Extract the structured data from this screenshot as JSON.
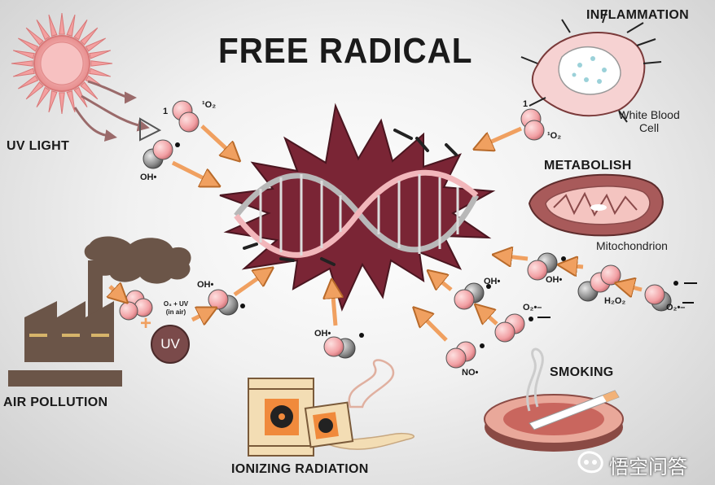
{
  "title": "FREE RADICAL",
  "sources": {
    "uv_light": "UV LIGHT",
    "inflammation": "INFLAMMATION",
    "white_blood_cell": "White Blood Cell",
    "metabolism": "METABOLISH",
    "mitochondrion": "Mitochondrion",
    "air_pollution": "AIR POLLUTION",
    "ionizing_radiation": "IONIZING RADIATION",
    "smoking": "SMOKING"
  },
  "molecule_labels": {
    "uv_one": "1",
    "uv_singlet_oxygen": "¹O₂",
    "uv_hydroxyl": "OH•",
    "infl_one": "1",
    "infl_singlet_oxygen": "¹O₂",
    "pollution_reaction": "O₃ + UV",
    "pollution_reaction_note": "(in air)",
    "pollution_uv": "UV",
    "pollution_hydroxyl": "OH•",
    "mito_hydroxyl": "OH•",
    "mito_peroxide": "H₂O₂",
    "mito_superoxide": "O₂•–",
    "center_hydroxyl": "OH•",
    "center_superoxide": "O₂•–",
    "nitric_oxide": "NO•",
    "radiation_hydroxyl": "OH•"
  },
  "watermark": "悟空问答",
  "colors": {
    "burst": "#7a2535",
    "molecule_pink": "#f2a0a4",
    "molecule_gray": "#8a8a8a",
    "arrow": "#f0a060",
    "pollution": "#6b5548",
    "radiation_yellow": "#f3ddb4",
    "radiation_orange": "#f08a3c",
    "ashtray": "#e9a89a",
    "mitochondrion": "#a85a5a"
  }
}
